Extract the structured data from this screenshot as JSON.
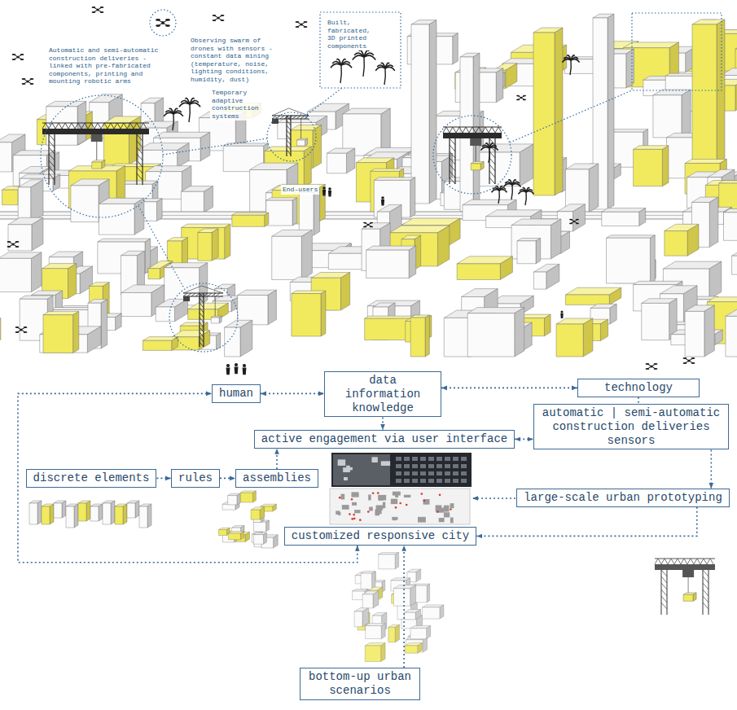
{
  "diagram": {
    "nodes": [
      {
        "text": [
          "human"
        ]
      },
      {
        "text": [
          "data information knowledge"
        ]
      },
      {
        "text": [
          "technology"
        ]
      },
      {
        "text": [
          "active engagement via user interface"
        ]
      },
      {
        "text": [
          "automatic | semi-automatic construction deliveries sensors"
        ]
      },
      {
        "text": [
          "discrete elements"
        ]
      },
      {
        "text": [
          "rules"
        ]
      },
      {
        "text": [
          "assemblies"
        ]
      },
      {
        "text": [
          "large-scale urban prototyping"
        ]
      },
      {
        "text": [
          "customized responsive city"
        ]
      },
      {
        "text": [
          "bottom-up urban scenarios"
        ]
      }
    ],
    "edges": [
      {
        "from": 0,
        "to": 1,
        "arrow": "both"
      },
      {
        "from": 1,
        "to": 2,
        "arrow": "both"
      },
      {
        "from": 1,
        "to": 3,
        "arrow": "to"
      },
      {
        "from": 2,
        "to": 4,
        "arrow": "none"
      },
      {
        "from": 3,
        "to": 4,
        "arrow": "both"
      },
      {
        "from": 5,
        "to": 6,
        "arrow": "to"
      },
      {
        "from": 6,
        "to": 7,
        "arrow": "to"
      },
      {
        "from": 7,
        "to": 3,
        "arrow": "to"
      },
      {
        "from": 4,
        "to": 8,
        "arrow": "to"
      },
      {
        "from": 8,
        "to": 9,
        "arrow": "to"
      },
      {
        "from": 10,
        "to": 9,
        "arrow": "to"
      },
      {
        "from": 9,
        "to": 0,
        "arrow": "both"
      }
    ],
    "labels": [
      "Automatic and semi-automatic construction deliveries - linked with pre-fabricated components, printing and mounting robotic arms",
      "Observing swarm of drones with sensors - constant data mining (temperature, noise, lighting conditions, humidity, dust)",
      "Temporary adaptive construction systems",
      "Built, fabricated, 3D printed components",
      "End-users"
    ]
  }
}
